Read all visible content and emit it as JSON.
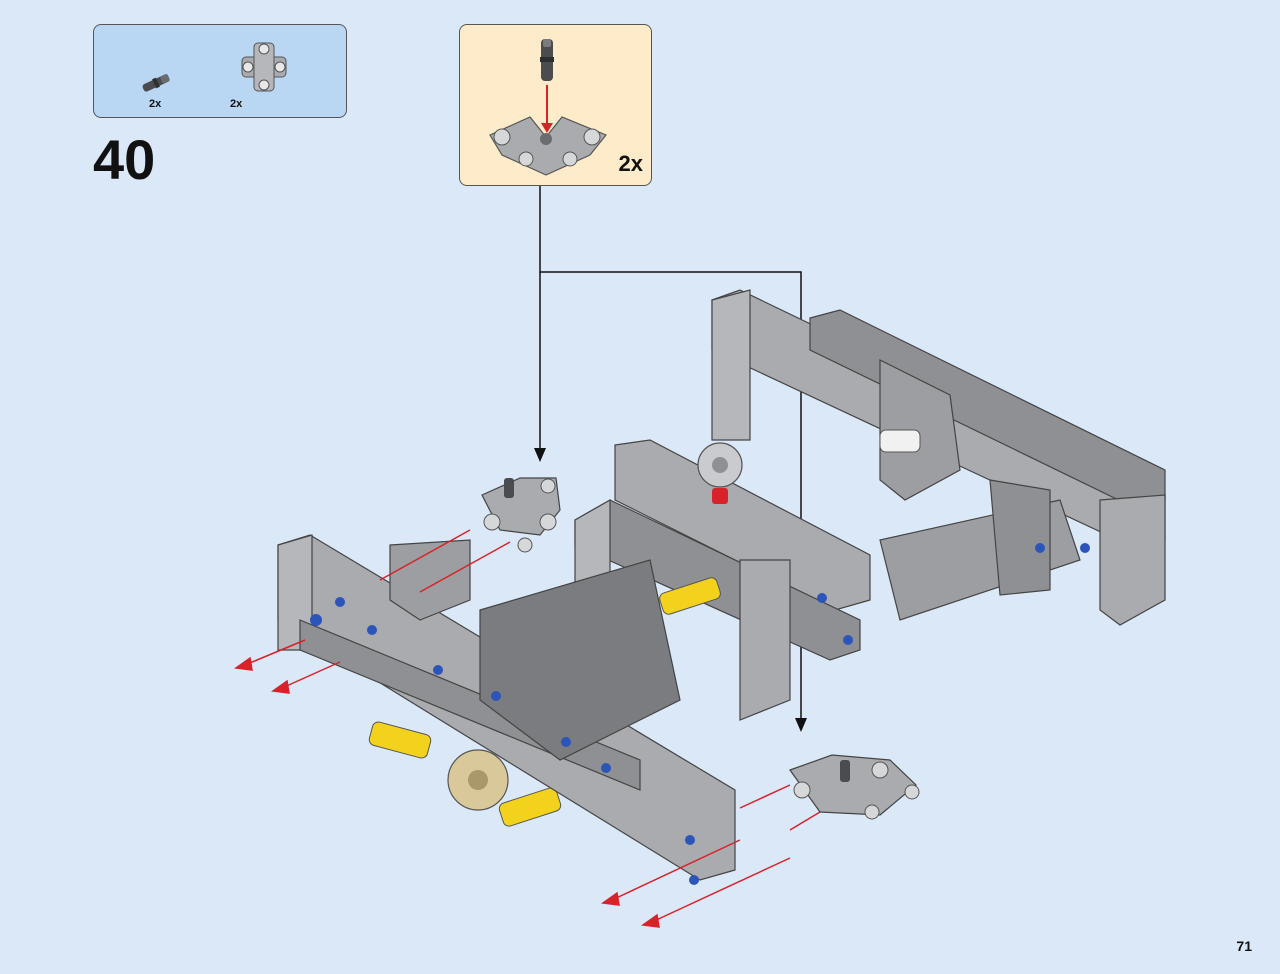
{
  "step": {
    "number": "40"
  },
  "parts_list": {
    "items": [
      {
        "part": "axle-pin-connector-icon",
        "quantity": "2x"
      },
      {
        "part": "cross-connector-block-icon",
        "quantity": "2x"
      }
    ]
  },
  "subassembly": {
    "multiplier": "2x"
  },
  "page": {
    "number": "71"
  },
  "colors": {
    "background": "#dbe8f8",
    "parts_box": "#b9d6f3",
    "subassembly_box": "#fdebc9",
    "beam_gray": "#a9abae",
    "dark_gray": "#6a6c6f",
    "pin_blue": "#2b55b8",
    "axle_yellow": "#f2d21c",
    "gear_tan": "#d8c89a",
    "arrow_red": "#d8222a"
  }
}
